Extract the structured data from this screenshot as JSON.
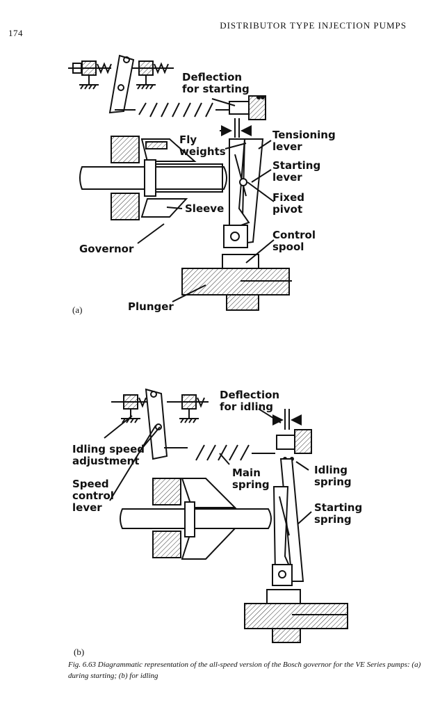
{
  "header": {
    "page_number": "174",
    "running_head": "DISTRIBUTOR TYPE INJECTION PUMPS"
  },
  "figure_a": {
    "tag": "(a)",
    "labels": {
      "deflection": "Deflection\nfor starting",
      "fly_weights": "Fly\nweights",
      "tensioning_lever": "Tensioning\nlever",
      "starting_lever": "Starting\nlever",
      "fixed_pivot": "Fixed\npivot",
      "sleeve": "Sleeve",
      "control_spool": "Control\nspool",
      "governor": "Governor",
      "plunger": "Plunger"
    }
  },
  "figure_b": {
    "tag": "(b)",
    "labels": {
      "deflection": "Deflection\nfor idling",
      "idling_speed_adjustment": "Idling speed\nadjustment",
      "speed_control_lever": "Speed\ncontrol\nlever",
      "main_spring": "Main\nspring",
      "idling_spring": "Idling\nspring",
      "starting_spring": "Starting\nspring"
    }
  },
  "caption": "Fig. 6.63   Diagrammatic representation of the all-speed version of the Bosch governor for the VE Series pumps: (a) during starting; (b) for idling"
}
